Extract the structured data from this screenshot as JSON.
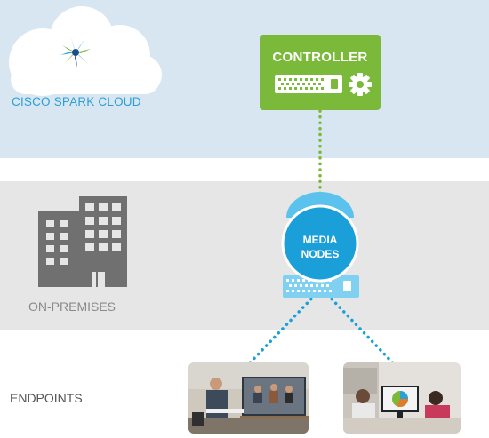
{
  "zones": {
    "cloud_label": "CISCO SPARK CLOUD",
    "premises_label": "ON-PREMISES",
    "endpoints_label": "ENDPOINTS"
  },
  "controller": {
    "title": "CONTROLLER",
    "icons": [
      "server-icon",
      "gear-icon"
    ]
  },
  "media_nodes": {
    "line1": "MEDIA",
    "line2": "NODES"
  },
  "colors": {
    "cloud_band": "#d8e6f1",
    "premises_band": "#e6e6e6",
    "cisco_blue": "#2b9fd6",
    "controller_green": "#7ab939",
    "connector_blue": "#1a9fd9"
  }
}
